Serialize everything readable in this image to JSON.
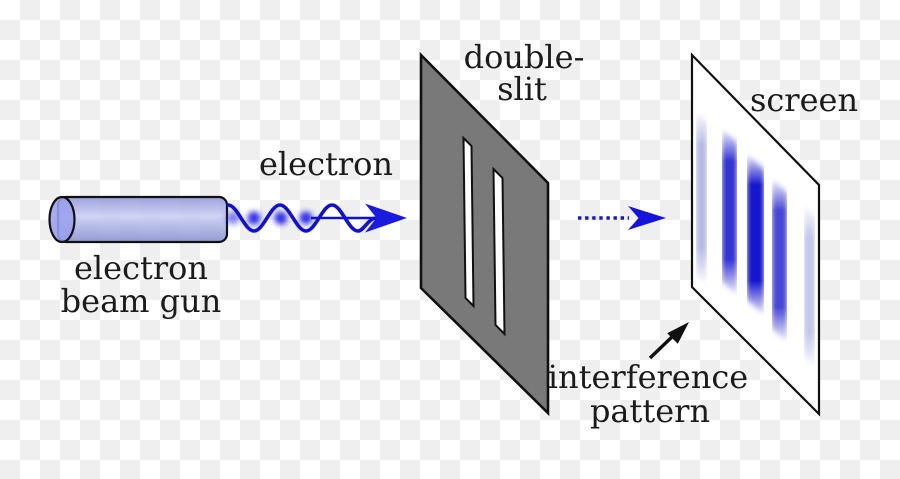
{
  "diagram": {
    "labels": {
      "electron": "electron",
      "gun_line1": "electron",
      "gun_line2": "beam gun",
      "double_slit_line1": "double-",
      "double_slit_line2": "slit",
      "screen": "screen",
      "interference_line1": "interference",
      "interference_line2": "pattern"
    },
    "colors": {
      "beam_blue": "#1111d4",
      "arrowhead_blue": "#1b1bdd",
      "dotted_arrow_blue": "#1414dd",
      "dot_blue": "#2222e8",
      "panel_gray": "#727272",
      "screen_white": "#ffffff",
      "outline_black": "#111111",
      "text_black": "#1b1b1b",
      "gun_body_edge": "#8f96d8",
      "gun_body_mid": "#c9cdf3",
      "gun_body_bottom": "#878ecf",
      "gun_cap": "#9aa0ee",
      "checker_gray": "#efefef"
    },
    "stripes": [
      {
        "name": "stripe-1",
        "color": "#8e93d9a6"
      },
      {
        "name": "stripe-2",
        "color": "#2424d1eb"
      },
      {
        "name": "stripe-3",
        "color": "#1313cf"
      },
      {
        "name": "stripe-4",
        "color": "#2e2ed1e0"
      },
      {
        "name": "stripe-5",
        "color": "#9aa0de99"
      }
    ]
  }
}
